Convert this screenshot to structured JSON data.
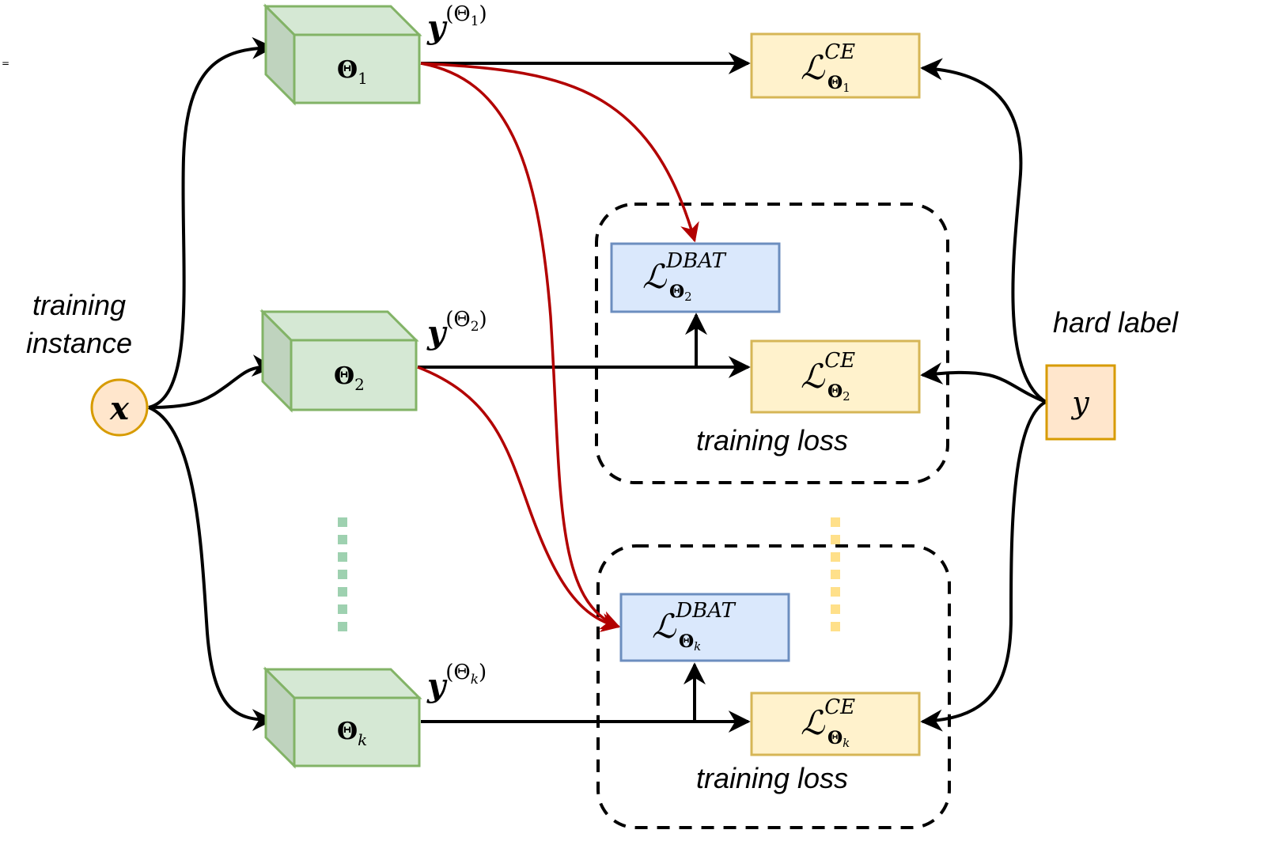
{
  "labels": {
    "training_instance_line1": "training",
    "training_instance_line2": "instance",
    "hard_label": "hard label",
    "training_loss_1": "training loss",
    "training_loss_2": "training loss"
  },
  "nodes": {
    "input": "x",
    "target": "y",
    "model_1": {
      "symbol": "Θ",
      "sub": "1"
    },
    "model_2": {
      "symbol": "Θ",
      "sub": "2"
    },
    "model_k": {
      "symbol": "Θ",
      "sub": "k"
    }
  },
  "outputs": {
    "out_1": {
      "base": "y",
      "sup_sym": "(Θ",
      "sup_sub": "1",
      "sup_close": ")"
    },
    "out_2": {
      "base": "y",
      "sup_sym": "(Θ",
      "sup_sub": "2",
      "sup_close": ")"
    },
    "out_k": {
      "base": "y",
      "sup_sym": "(Θ",
      "sup_sub": "k",
      "sup_close": ")"
    }
  },
  "losses": {
    "ce_1": {
      "base": "ℒ",
      "sup": "CE",
      "sub_sym": "Θ",
      "sub_idx": "1"
    },
    "ce_2": {
      "base": "ℒ",
      "sup": "CE",
      "sub_sym": "Θ",
      "sub_idx": "2"
    },
    "ce_k": {
      "base": "ℒ",
      "sup": "CE",
      "sub_sym": "Θ",
      "sub_idx": "k"
    },
    "dbat_2": {
      "base": "ℒ",
      "sup": "DBAT",
      "sub_sym": "Θ",
      "sub_idx": "2"
    },
    "dbat_k": {
      "base": "ℒ",
      "sup": "DBAT",
      "sub_sym": "Θ",
      "sub_idx": "k"
    }
  },
  "colors": {
    "model_fill": "#d5e8d4",
    "model_side": "#bfd3be",
    "model_stroke": "#82b366",
    "ce_fill": "#fff2cc",
    "ce_stroke": "#d6b656",
    "dbat_fill": "#dae8fc",
    "dbat_stroke": "#6c8ebf",
    "io_fill": "#ffe6cc",
    "io_stroke": "#d79b00",
    "arrow": "#000000",
    "diversity_arrow": "#b20000",
    "ellipsis_green": "#9ed1b0",
    "ellipsis_yellow": "#ffe08a"
  }
}
